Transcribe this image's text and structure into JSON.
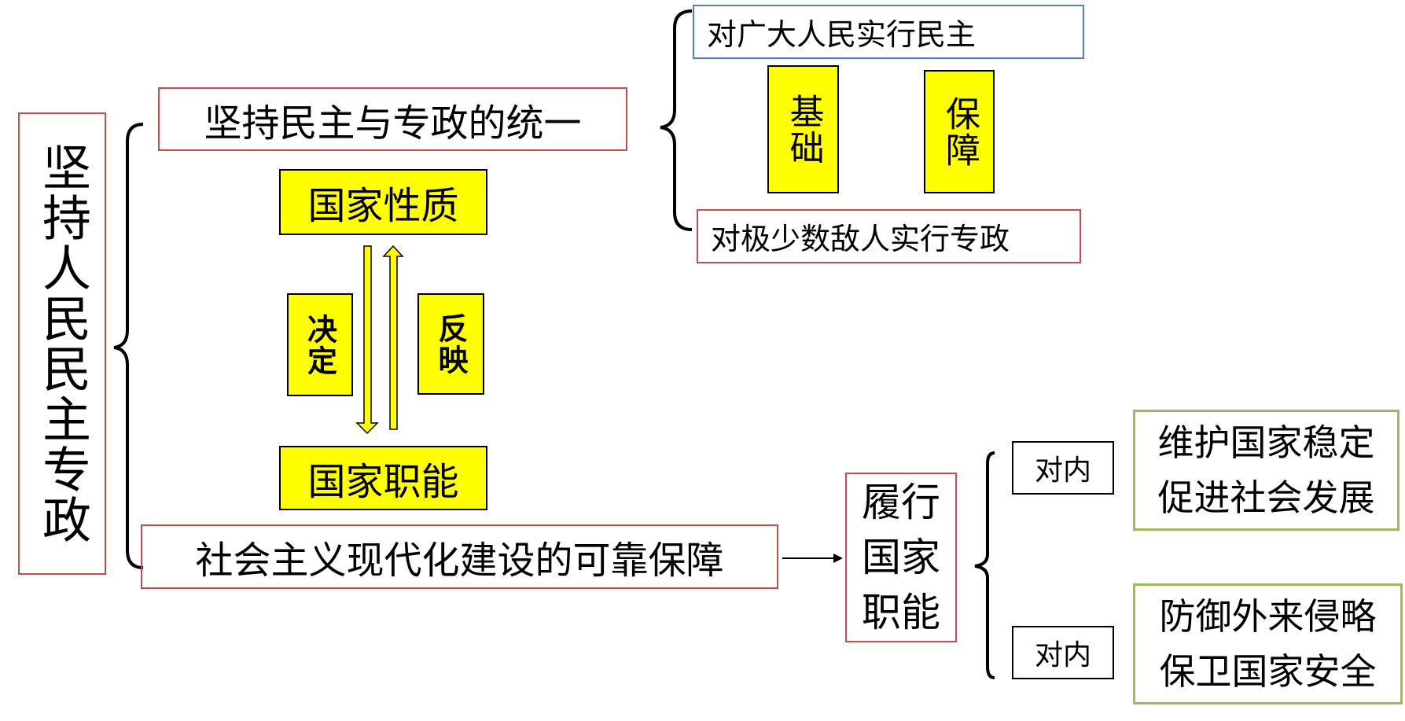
{
  "root": "坚持人民民主专政",
  "unity": "坚持民主与专政的统一",
  "democracy": "对广大人民实行民主",
  "dictatorship": "对极少数敌人实行专政",
  "basis": "基础",
  "guarantee": "保障",
  "nature": "国家性质",
  "decides": "决定",
  "reflects": "反映",
  "functions": "国家职能",
  "socialist": "社会主义现代化建设的可靠保障",
  "perform": "履行国家职能",
  "internal1": "对内",
  "internal2": "对内",
  "domestic_line1": "维护国家稳定",
  "domestic_line2": "促进社会发展",
  "external_line1": "防御外来侵略",
  "external_line2": "保卫国家安全",
  "colors": {
    "red": "#c0504d",
    "blue": "#4f81bd",
    "green": "#9bbb59",
    "yellow": "#ffff00"
  }
}
